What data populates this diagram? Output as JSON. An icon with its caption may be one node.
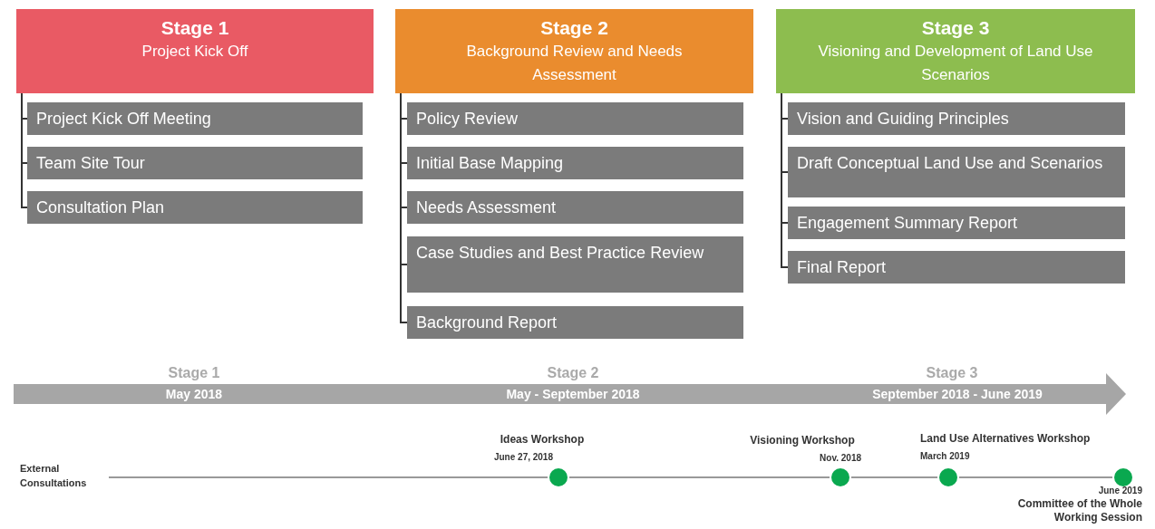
{
  "diagram": {
    "nodes": [
      {
        "text": [
          "Stage 1",
          "Project Kick Off"
        ]
      },
      {
        "text": [
          "Project Kick Off Meeting"
        ]
      },
      {
        "text": [
          "Team Site Tour"
        ]
      },
      {
        "text": [
          "Consultation Plan"
        ]
      },
      {
        "text": [
          "Stage 2",
          "Background Review and Needs Assessment"
        ]
      },
      {
        "text": [
          "Policy Review"
        ]
      },
      {
        "text": [
          "Initial Base Mapping"
        ]
      },
      {
        "text": [
          "Needs Assessment"
        ]
      },
      {
        "text": [
          "Case Studies and Best Practice Review"
        ]
      },
      {
        "text": [
          "Background Report"
        ]
      },
      {
        "text": [
          "Stage 3",
          "Visioning and Development of Land Use Scenarios"
        ]
      },
      {
        "text": [
          "Vision and Guiding Principles"
        ]
      },
      {
        "text": [
          "Draft Conceptual Land Use and Scenarios"
        ]
      },
      {
        "text": [
          "Engagement Summary Report"
        ]
      },
      {
        "text": [
          "Final Report"
        ]
      },
      {
        "text": [
          "External Consultations"
        ]
      },
      {
        "text": [],
        "shape": "circle",
        "beside": [
          "Ideas Workshop",
          "June 27, 2018"
        ]
      },
      {
        "text": [],
        "shape": "circle",
        "beside": [
          "Visioning Workshop",
          "Nov. 2018"
        ]
      },
      {
        "text": [],
        "shape": "circle",
        "beside": [
          "Land Use Alternatives Workshop",
          "March 2019"
        ]
      },
      {
        "text": [],
        "shape": "circle",
        "beside": [
          "June 2019",
          "Committee of the Whole Working Session"
        ]
      }
    ],
    "edges": [
      {
        "from": 0,
        "to": 1,
        "arrow": "none"
      },
      {
        "from": 0,
        "to": 2,
        "arrow": "none"
      },
      {
        "from": 0,
        "to": 3,
        "arrow": "none"
      },
      {
        "from": 4,
        "to": 5,
        "arrow": "none"
      },
      {
        "from": 4,
        "to": 6,
        "arrow": "none"
      },
      {
        "from": 4,
        "to": 7,
        "arrow": "none"
      },
      {
        "from": 4,
        "to": 8,
        "arrow": "none"
      },
      {
        "from": 4,
        "to": 9,
        "arrow": "none"
      },
      {
        "from": 10,
        "to": 11,
        "arrow": "none"
      },
      {
        "from": 10,
        "to": 12,
        "arrow": "none"
      },
      {
        "from": 10,
        "to": 13,
        "arrow": "none"
      },
      {
        "from": 10,
        "to": 14,
        "arrow": "none"
      },
      {
        "from": 15,
        "to": 16,
        "arrow": "none",
        "color": "#999999"
      },
      {
        "from": 16,
        "to": 17,
        "arrow": "none",
        "color": "#999999"
      },
      {
        "from": 17,
        "to": 18,
        "arrow": "none",
        "color": "#999999"
      },
      {
        "from": 18,
        "to": 19,
        "arrow": "none",
        "color": "#999999"
      }
    ],
    "labels": [
      "Stage 1",
      "Stage 2",
      "Stage 3",
      "May 2018",
      "May - September 2018",
      "September 2018 - June 2019"
    ]
  }
}
